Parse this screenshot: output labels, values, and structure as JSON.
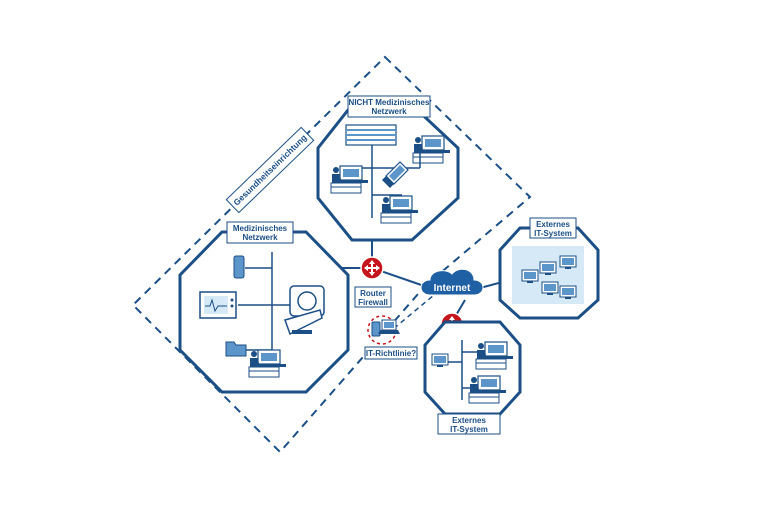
{
  "colors": {
    "line": "#1b4f86",
    "device_fill": "#5c95c9",
    "router": "#c4161c",
    "cloud": "#1f5fa3",
    "external_panel": "#d6e9f7"
  },
  "labels": {
    "healthcare_facility": "Gesundheitseinrichtung",
    "medical_network_l1": "Medizinisches",
    "medical_network_l2": "Netzwerk",
    "non_medical_network_l1": "NICHT Medizinisches",
    "non_medical_network_l2": "Netzwerk",
    "router_l1": "Router",
    "router_l2": "Firewall",
    "internet": "Internet",
    "external_top_l1": "Externes",
    "external_top_l2": "IT-System",
    "external_bottom_l1": "Externes",
    "external_bottom_l2": "IT-System",
    "it_policy": "IT-Richtlinie?"
  },
  "icons": {
    "router": "router-icon",
    "cloud": "cloud-icon",
    "computer": "computer-workstation-icon",
    "server": "server-icon",
    "laptop": "laptop-icon",
    "ct_scanner": "ct-scanner-icon",
    "monitor": "patient-monitor-icon",
    "folder": "folder-icon",
    "mobile": "mobile-device-icon"
  }
}
